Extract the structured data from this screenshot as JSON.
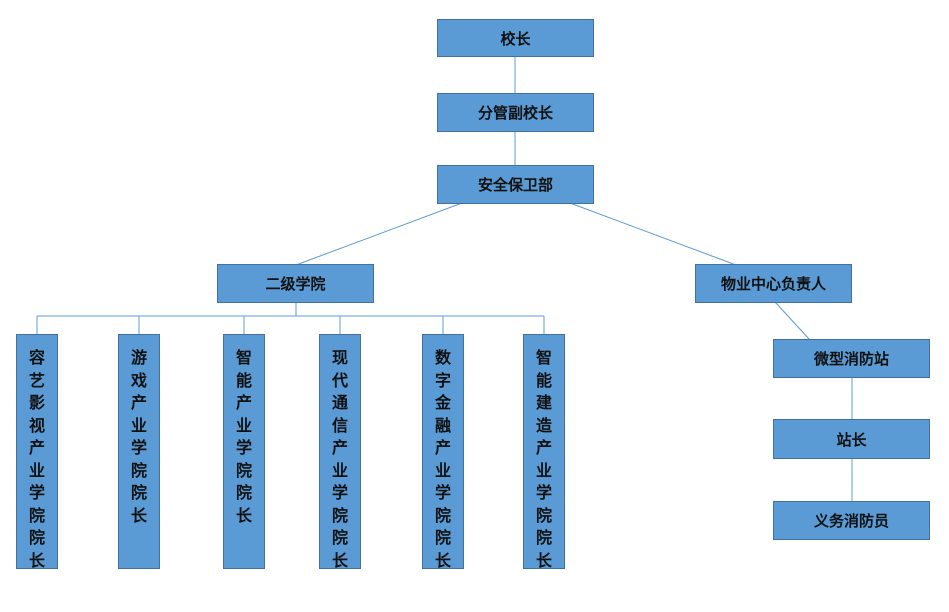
{
  "chart": {
    "principal": "校长",
    "vice_principal": "分管副校长",
    "security_dept": "安全保卫部",
    "secondary_colleges": "二级学院",
    "property_center_head": "物业中心负责人",
    "micro_fire_station": "微型消防站",
    "station_chief": "站长",
    "volunteer_firefighter": "义务消防员",
    "colleges": [
      "容艺影视产业学院院长",
      "游戏产业学院院长",
      "智能产业学院院长",
      "现代通信产业学院院长",
      "数字金融产业学院院长",
      "智能建造产业学院院长"
    ]
  },
  "colors": {
    "box_fill": "#5b9bd5",
    "box_border": "#41719c",
    "connector": "#5b9bd5"
  }
}
